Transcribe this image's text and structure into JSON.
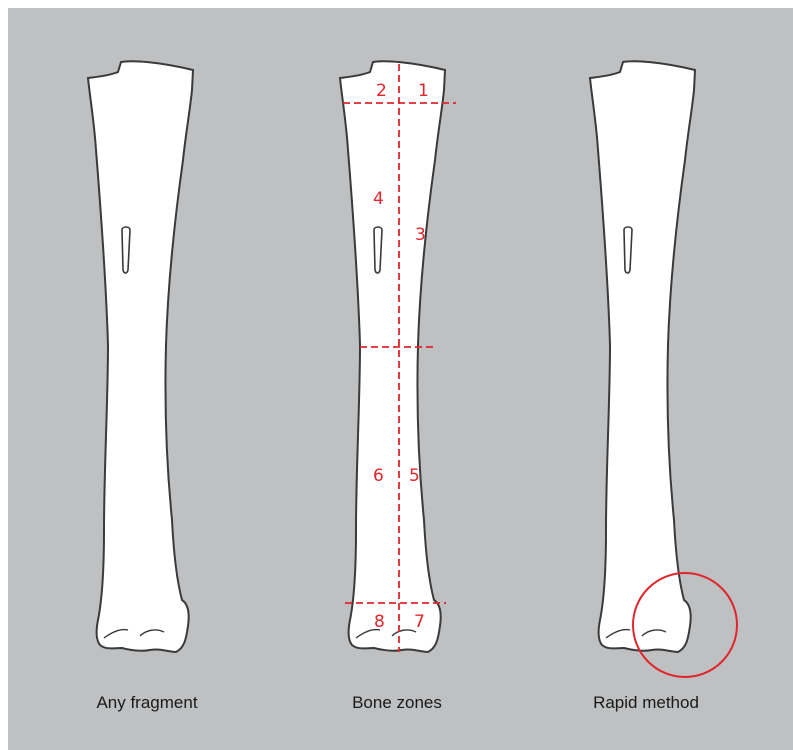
{
  "figures": [
    {
      "caption": "Any fragment"
    },
    {
      "caption": "Bone zones"
    },
    {
      "caption": "Rapid method"
    }
  ],
  "zones": [
    {
      "label": "1"
    },
    {
      "label": "2"
    },
    {
      "label": "3"
    },
    {
      "label": "4"
    },
    {
      "label": "5"
    },
    {
      "label": "6"
    },
    {
      "label": "7"
    },
    {
      "label": "8"
    }
  ],
  "colors": {
    "background": "#bfc0c2",
    "bone_fill": "#ffffff",
    "bone_outline": "#3a3a3a",
    "accent_red": "#e0252c"
  }
}
